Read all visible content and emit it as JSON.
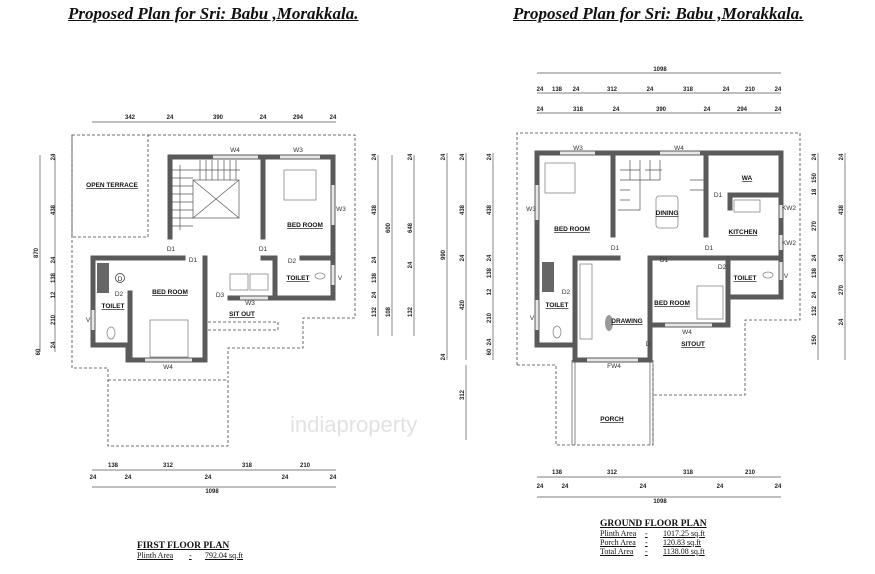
{
  "watermark": "indiaproperty",
  "first_floor": {
    "title": "Proposed Plan for Sri: Babu ,Morakkala.",
    "plan_label": "FIRST FLOOR PLAN",
    "plinth_label": "Plinth Area",
    "plinth_dash": "-",
    "plinth_value": "792.04 sq.ft",
    "rooms": {
      "open_terrace": "OPEN TERRACE",
      "bed_room_right": "BED ROOM",
      "bed_room_left": "BED ROOM",
      "toilet_right": "TOILET",
      "toilet_left": "TOILET",
      "sit_out": "SIT OUT"
    },
    "tags": {
      "w4_top": "W4",
      "w3_top": "W3",
      "w3_right": "W3",
      "d1_a": "D1",
      "d1_b": "D1",
      "d1_c": "D1",
      "d2_right": "D2",
      "d2_left": "D2",
      "d3": "D3",
      "w3_bottom": "W3",
      "w4_bottom": "W4",
      "v_right": "V",
      "v_left": "V",
      "d_circle": "D"
    },
    "dims": {
      "top": [
        "342",
        "24",
        "390",
        "24",
        "294",
        "24"
      ],
      "left_total": "870",
      "left": [
        "24",
        "438",
        "24",
        "138",
        "12",
        "210",
        "24",
        "60"
      ],
      "right_inner": [
        "24",
        "438",
        "24",
        "138",
        "24",
        "132"
      ],
      "right_mid": [
        "600",
        "108"
      ],
      "right_outer": [
        "24",
        "648",
        "24",
        "132"
      ],
      "bottom": [
        "138",
        "312",
        "318",
        "210"
      ],
      "bottom_walls": [
        "24",
        "24",
        "24",
        "24",
        "24"
      ],
      "overall": "1098"
    }
  },
  "ground_floor": {
    "title": "Proposed Plan for Sri: Babu ,Morakkala.",
    "plan_label": "GROUND FLOOR PLAN",
    "areas": [
      {
        "label": "Plinth Area",
        "dash": "-",
        "value": "1017.25 sq.ft"
      },
      {
        "label": "Porch Area",
        "dash": "-",
        "value": "120.83  sq.ft"
      },
      {
        "label": "Total Area",
        "dash": "-",
        "value": "1138.08 sq.ft"
      }
    ],
    "rooms": {
      "bed_room_left": "BED ROOM",
      "dining": "DINING",
      "wa": "WA",
      "kitchen": "KITCHEN",
      "toilet_left": "TOILET",
      "drawing": "DRAWING",
      "bed_room_right": "BED ROOM",
      "toilet_right": "TOILET",
      "sitout": "SITOUT",
      "porch": "PORCH"
    },
    "tags": {
      "w3_top": "W3",
      "w4_top": "W4",
      "w3_left": "W3",
      "d1_kitchen": "D1",
      "d1_a": "D1",
      "d1_b": "D1",
      "d1_c": "D1",
      "kw2_a": "KW2",
      "kw2_b": "KW2",
      "d2_right": "D2",
      "v_right": "V",
      "d2_left": "D2",
      "v_left": "V",
      "w4_sitout": "W4",
      "d_main": "D",
      "fw4": "FW4"
    },
    "dims": {
      "overall_top": "1098",
      "top_row1": [
        "24",
        "138",
        "24",
        "312",
        "24",
        "318",
        "24",
        "210",
        "24"
      ],
      "top_row2": [
        "24",
        "318",
        "24",
        "390",
        "24",
        "294",
        "24"
      ],
      "left_total": [
        "24",
        "990",
        "24"
      ],
      "left_mid": [
        "24",
        "438",
        "24",
        "420"
      ],
      "left_inner": [
        "24",
        "438",
        "24",
        "138",
        "12",
        "210",
        "24",
        "60"
      ],
      "right_inner": [
        "24",
        "150",
        "18",
        "270",
        "24",
        "138",
        "24",
        "132",
        "150"
      ],
      "right_outer": [
        "24",
        "438",
        "24",
        "270",
        "24"
      ],
      "porch_left": "312",
      "bottom": [
        "138",
        "312",
        "318",
        "210"
      ],
      "bottom_walls": [
        "24",
        "24",
        "24",
        "24",
        "24"
      ],
      "overall": "1098"
    }
  }
}
